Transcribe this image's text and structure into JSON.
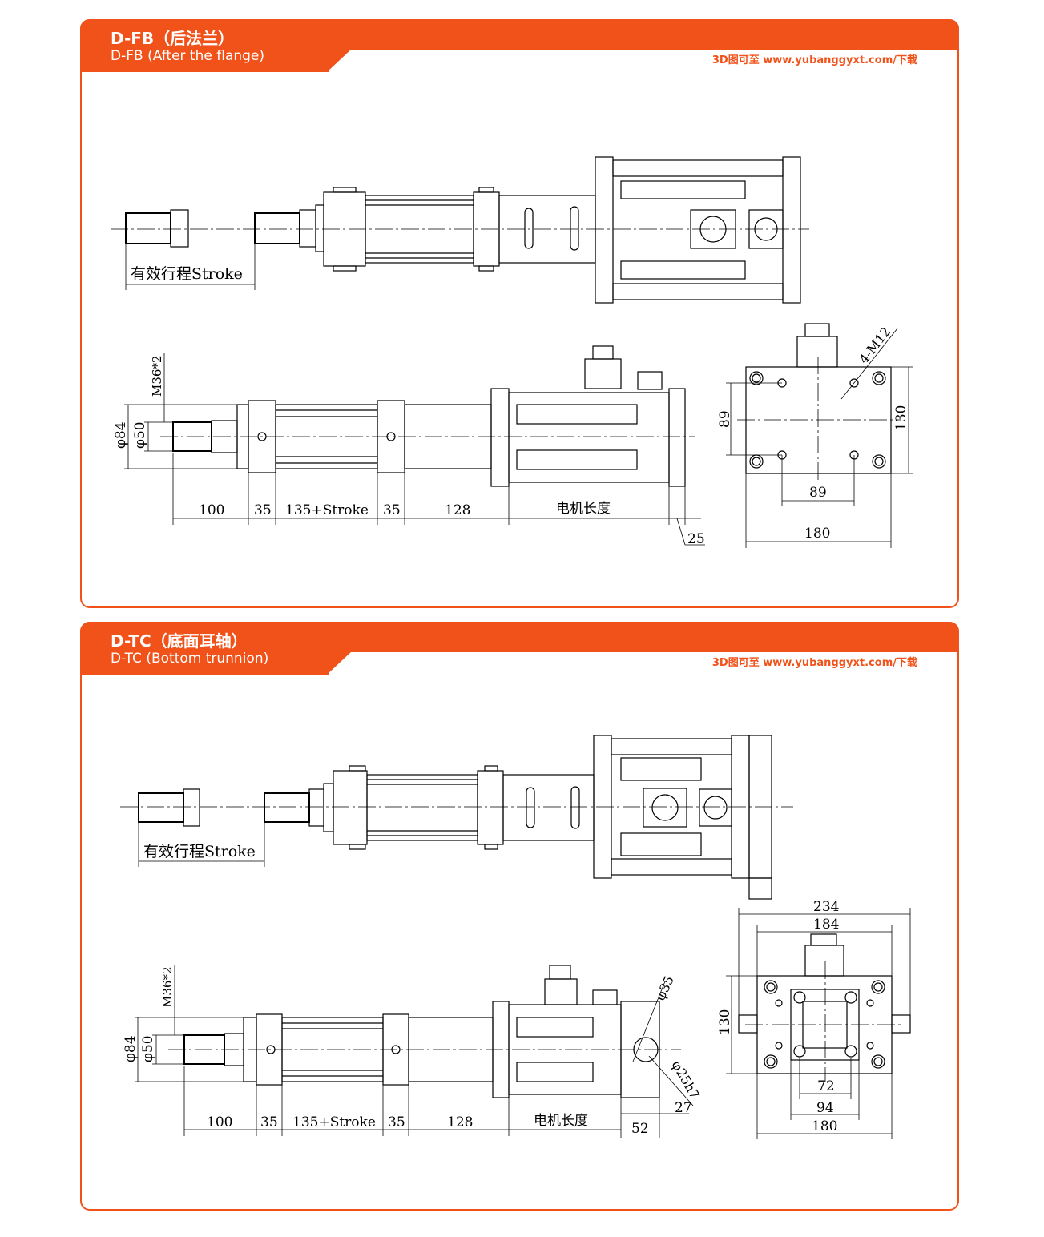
{
  "panels": [
    {
      "title_main": "D-FB（后法兰）",
      "title_sub": "D-FB (After the flange)",
      "download": "3D图可至 www.yubanggyxt.com/下载",
      "labels": {
        "stroke": "有效行程Stroke",
        "thread": "M36*2",
        "d84": "φ84",
        "d50": "φ50",
        "d100": "100",
        "d35a": "35",
        "d135": "135+Stroke",
        "d35b": "35",
        "d128": "128",
        "motor_len": "电机长度",
        "d25": "25",
        "m12": "4-M12",
        "d89v": "89",
        "d130": "130",
        "d89h": "89",
        "d180": "180"
      }
    },
    {
      "title_main": "D-TC（底面耳轴）",
      "title_sub": "D-TC (Bottom trunnion)",
      "download": "3D图可至 www.yubanggyxt.com/下载",
      "labels": {
        "stroke": "有效行程Stroke",
        "thread": "M36*2",
        "d84": "φ84",
        "d50": "φ50",
        "d100": "100",
        "d35a": "35",
        "d135": "135+Stroke",
        "d35b": "35",
        "d128": "128",
        "motor_len": "电机长度",
        "d52": "52",
        "d27": "27",
        "phi35": "φ35",
        "phi25h7": "φ25h7",
        "d234": "234",
        "d184": "184",
        "d130": "130",
        "d72": "72",
        "d94": "94",
        "d180": "180"
      }
    }
  ],
  "colors": {
    "accent": "#f0521a",
    "line": "#000000"
  }
}
